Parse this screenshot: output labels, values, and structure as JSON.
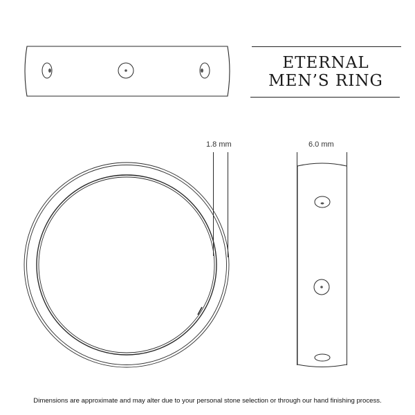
{
  "title": {
    "line1": "ETERNAL",
    "line2": "MEN’S RING"
  },
  "dimensions": {
    "thickness_label": "1.8 mm",
    "width_label": "6.0 mm"
  },
  "views": {
    "top": "band-top-view",
    "front": "ring-front-view",
    "side": "band-side-view"
  },
  "stones_count_visible_top_view": 3,
  "colors": {
    "line": "#2a2a2a",
    "background": "#ffffff"
  },
  "footer": {
    "disclaimer": "Dimensions are approximate and may alter due to your personal stone selection or through our hand finishing process."
  }
}
